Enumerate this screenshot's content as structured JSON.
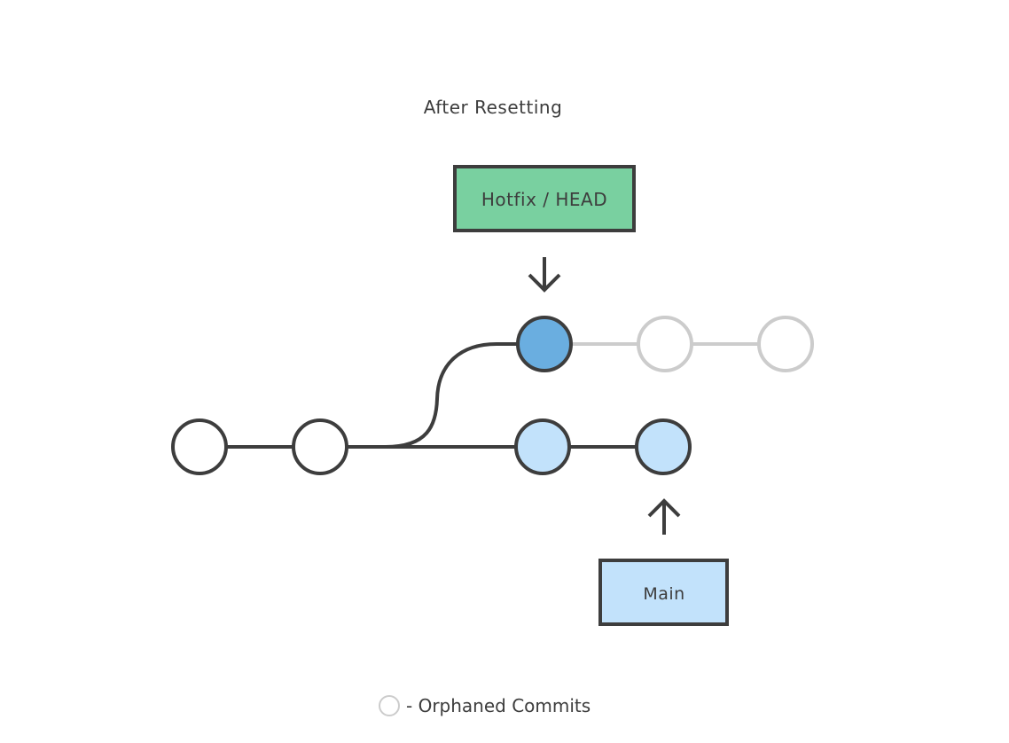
{
  "title": "After Resetting",
  "branches": {
    "hotfix_head": {
      "label": "Hotfix / HEAD",
      "fill": "#79d0a0"
    },
    "main": {
      "label": "Main",
      "fill": "#c2e2fb"
    }
  },
  "commit_colors": {
    "base": "#ffffff",
    "head": "#6aaee0",
    "main": "#c2e2fb",
    "orphan_stroke": "#cccccc",
    "stroke": "#3d3d3d"
  },
  "legend": {
    "label": "- Orphaned Commits"
  }
}
